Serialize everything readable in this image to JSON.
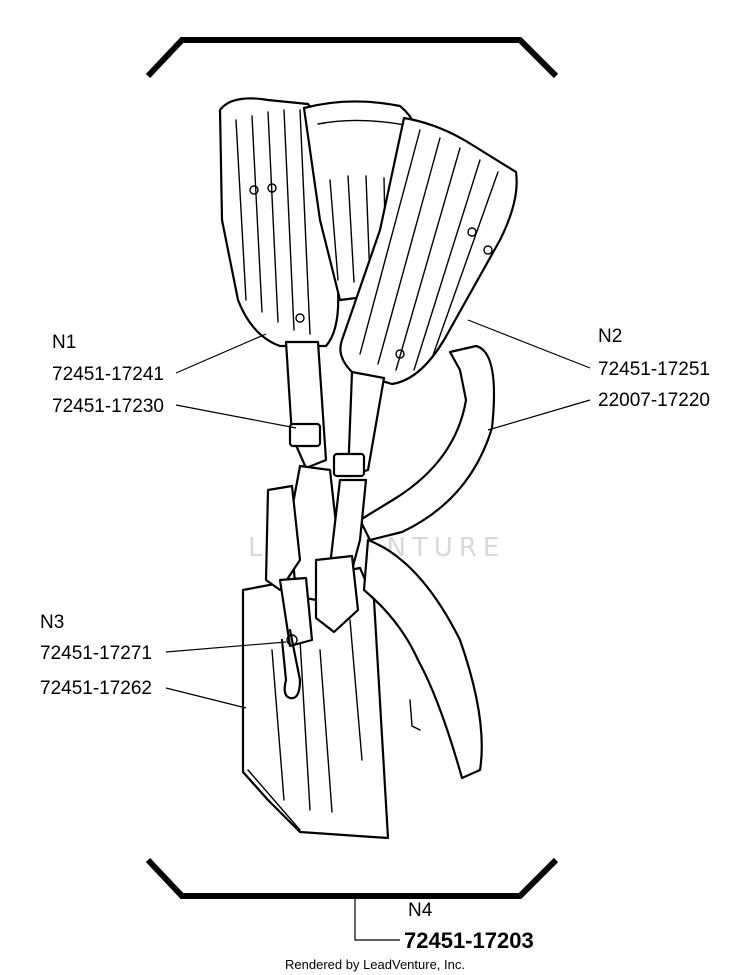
{
  "parts": {
    "n1": {
      "group": "N1",
      "part_a": "72451-17241",
      "part_b": "72451-17230"
    },
    "n2": {
      "group": "N2",
      "part_a": "72451-17251",
      "part_b": "22007-17220"
    },
    "n3": {
      "group": "N3",
      "part_a": "72451-17271",
      "part_b": "72451-17262"
    },
    "n4": {
      "group": "N4",
      "part_a": "72451-17203"
    }
  },
  "watermark": "LEADVENTURE",
  "footer": "Rendered by LeadVenture, Inc."
}
